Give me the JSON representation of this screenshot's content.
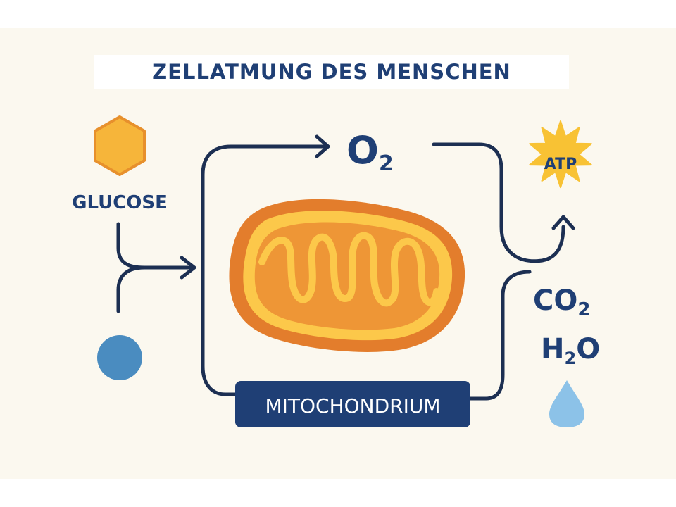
{
  "title": "ZELLATMUNG DES MENSCHEN",
  "labels": {
    "glucose": "GLUCOSE",
    "oxygen": "O",
    "oxygen_sub": "2",
    "atp": "ATP",
    "co2": "CO",
    "co2_sub": "2",
    "h2o_h": "H",
    "h2o_sub": "2",
    "h2o_o": "O",
    "mitochondrium": "MITOCHONDRIUM"
  },
  "icons": {
    "glucose": "hexagon-icon",
    "input_drop": "circle-icon",
    "atp": "starburst-icon",
    "water": "water-drop-icon",
    "organelle": "mitochondrion-icon"
  },
  "colors": {
    "background": "#fbf8ef",
    "text_navy": "#1f3f75",
    "arrow_navy": "#1c2f52",
    "glucose_fill": "#f6b53a",
    "glucose_stroke": "#e7902c",
    "circle_blue": "#4a8cc0",
    "atp_fill": "#f8c234",
    "drop_blue": "#8cc2e8",
    "mito_outer": "#e37d2c",
    "mito_inner": "#fcc84a",
    "label_box": "#1f3f75"
  }
}
